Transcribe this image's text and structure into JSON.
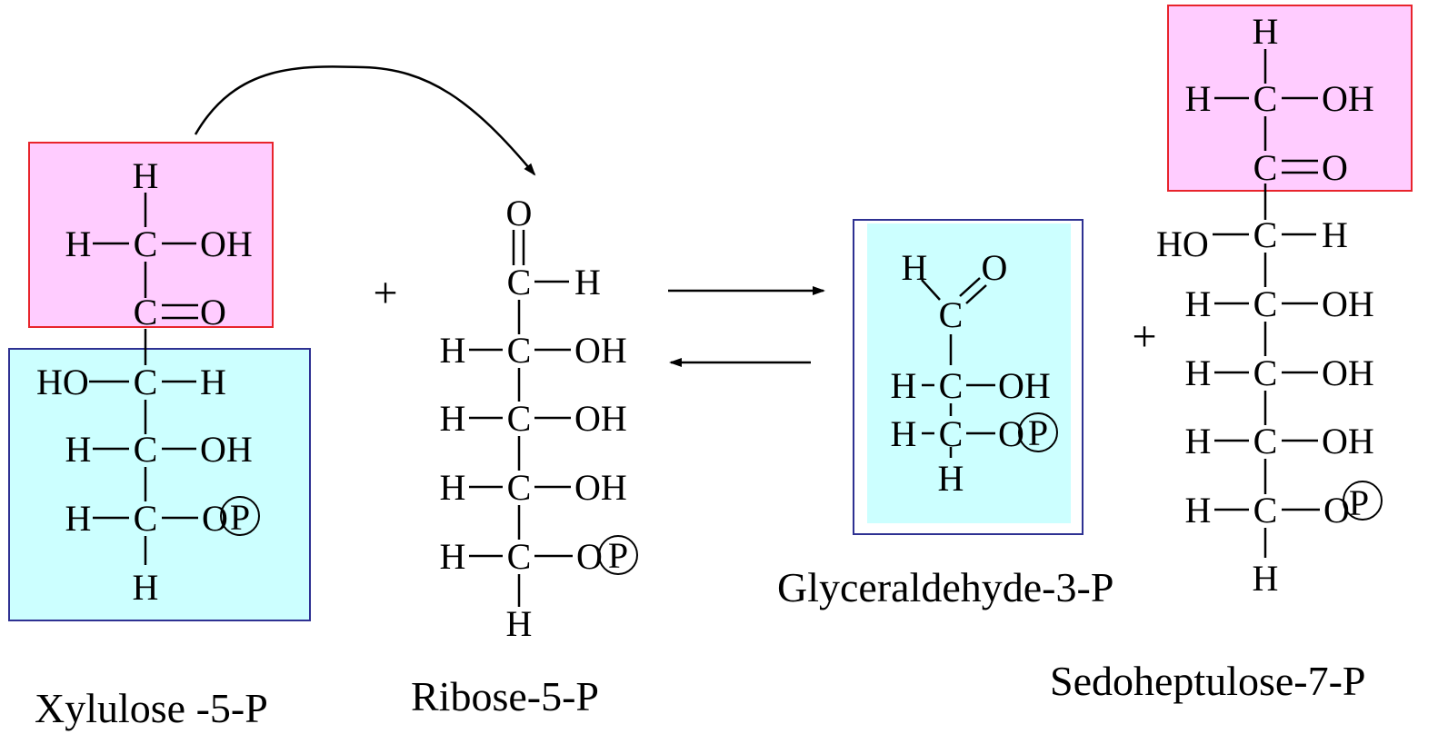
{
  "labels": {
    "xylulose": "Xylulose -5-P",
    "ribose": "Ribose-5-P",
    "glyceraldehyde": "Glyceraldehyde-3-P",
    "sedoheptulose": "Sedoheptulose-7-P"
  },
  "plus_sign": "+",
  "atoms": {
    "h": "H",
    "c": "C",
    "o": "O",
    "oh": "OH",
    "ho": "HO",
    "p": "P"
  },
  "colors": {
    "pink_fill": "#FFCCFF",
    "pink_border": "#E8242C",
    "cyan_fill": "#CCFFFF",
    "blue_border": "#2E3192"
  }
}
